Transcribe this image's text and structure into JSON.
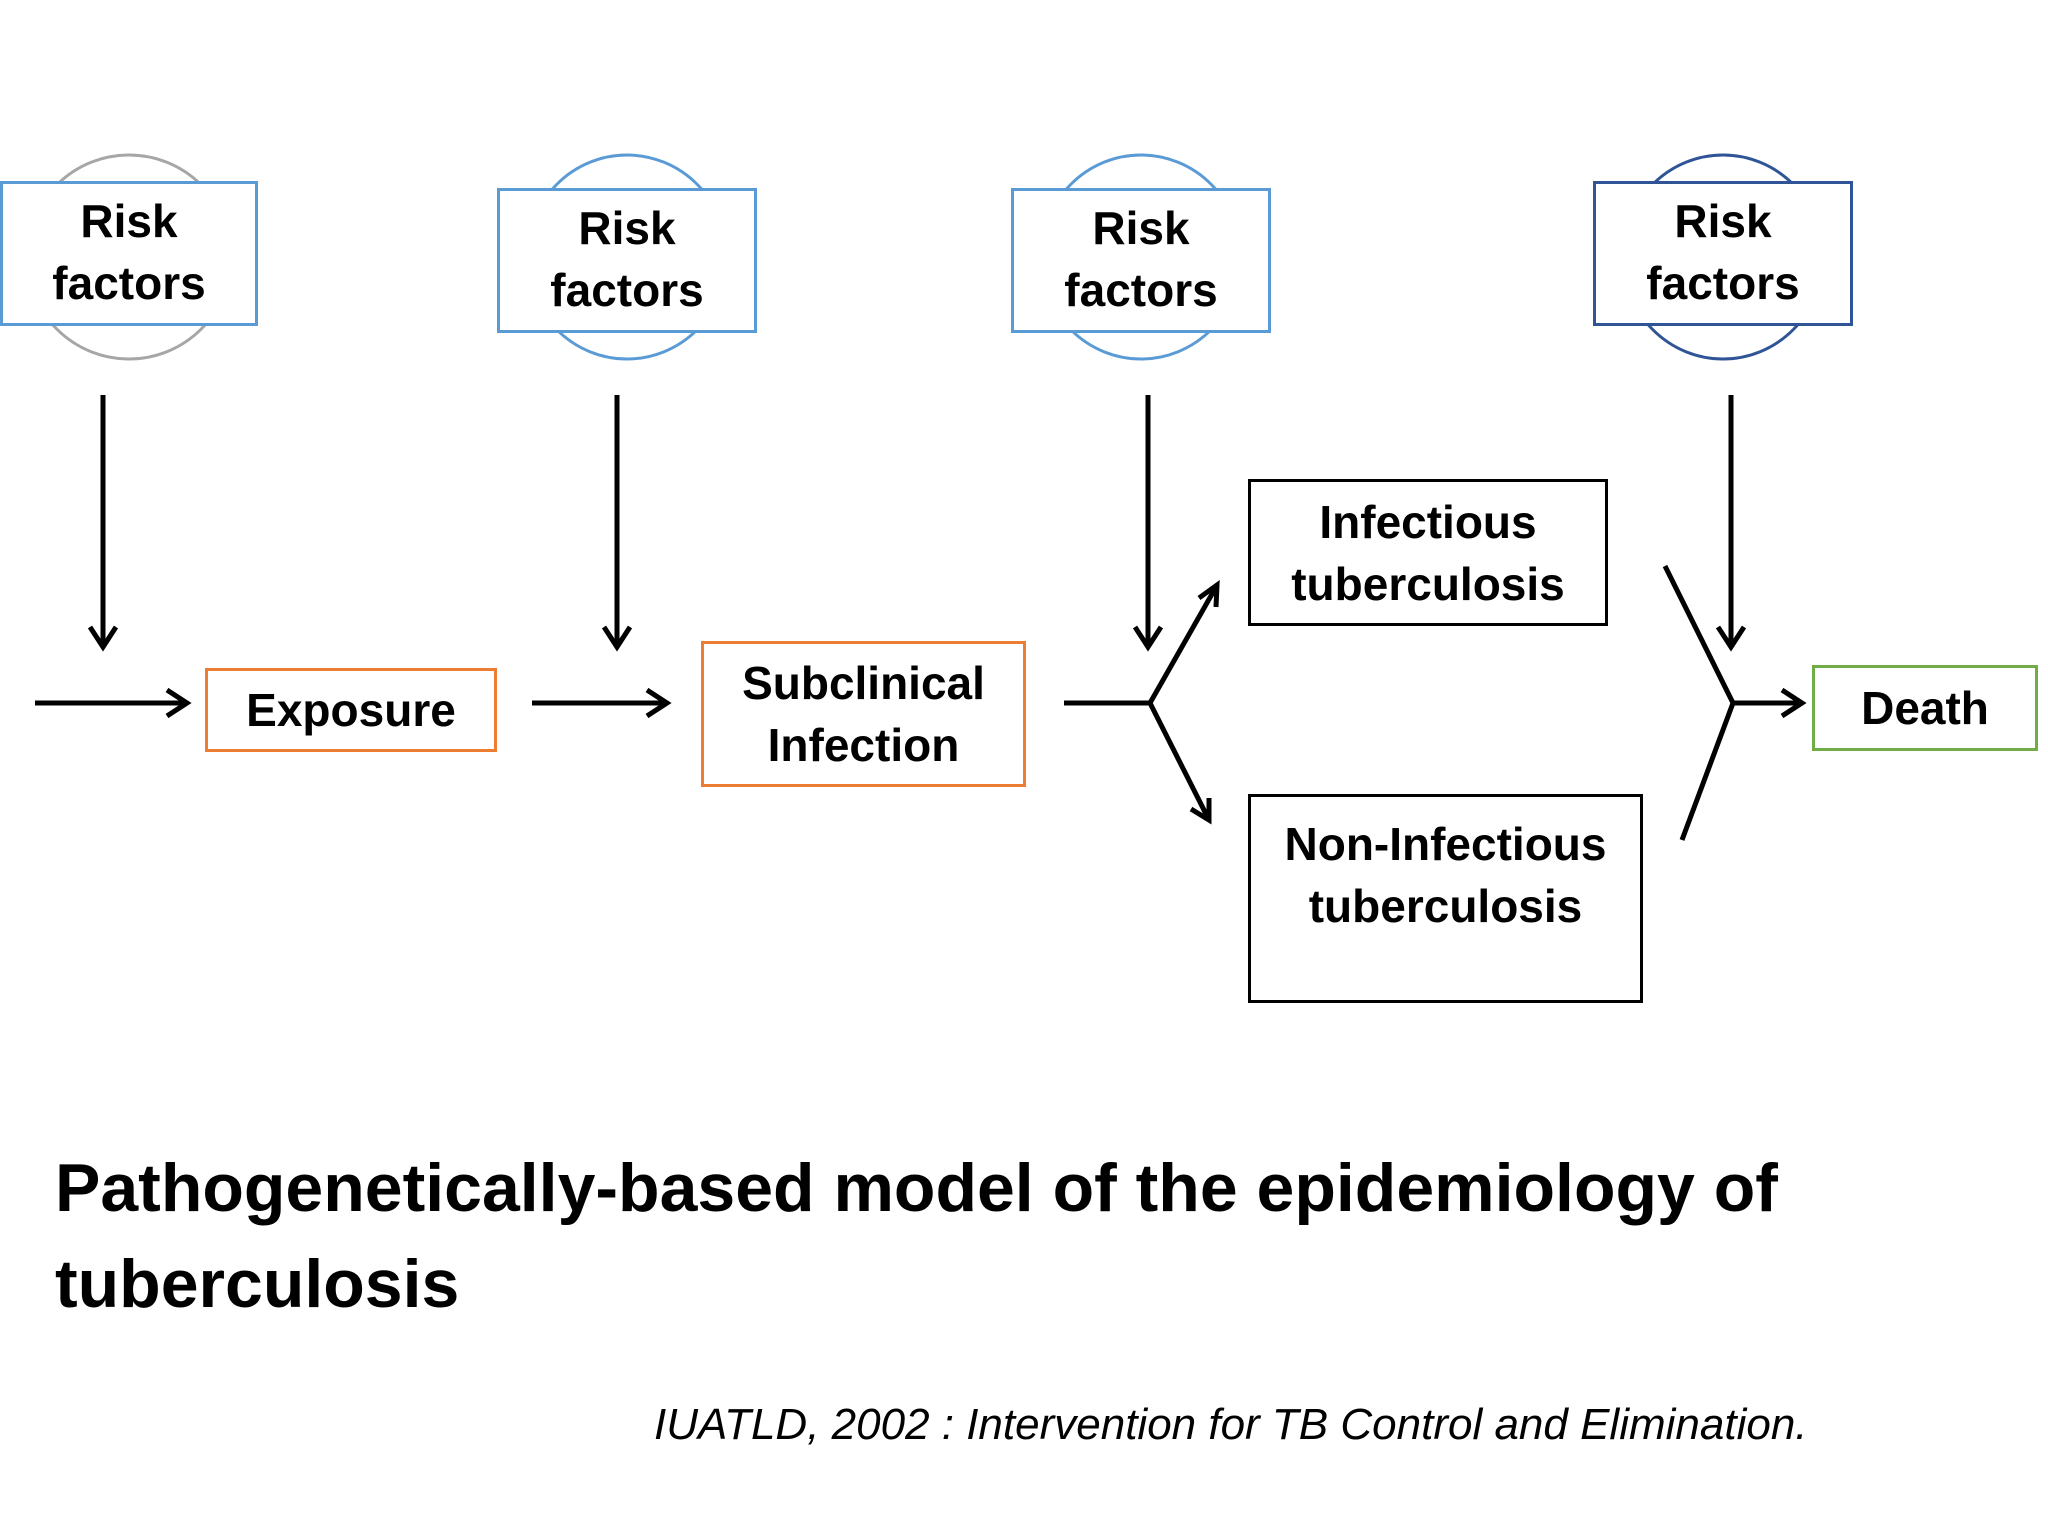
{
  "diagram": {
    "risk_factors": [
      {
        "line1": "Risk",
        "line2": "factors"
      },
      {
        "line1": "Risk",
        "line2": "factors"
      },
      {
        "line1": "Risk",
        "line2": "factors"
      },
      {
        "line1": "Risk",
        "line2": "factors"
      }
    ],
    "stages": {
      "exposure": "Exposure",
      "subclinical": {
        "line1": "Subclinical",
        "line2": "Infection"
      },
      "infectious": {
        "line1": "Infectious",
        "line2": "tuberculosis"
      },
      "non_infectious": {
        "line1": "Non-Infectious",
        "line2": "tuberculosis"
      },
      "death": "Death"
    },
    "colors": {
      "risk_border": "#5b9bd5",
      "risk_ellipse_first": "#a6a6a6",
      "risk_border_last": "#2f5597",
      "exposure_border": "#ed7d31",
      "subclinical_border": "#ed7d31",
      "tb_border": "#000000",
      "death_border": "#70ad47",
      "arrow": "#000000"
    }
  },
  "caption": {
    "title": "Pathogenetically-based model of the epidemiology of tuberculosis",
    "citation": "IUATLD, 2002 : Intervention for TB Control and Elimination."
  }
}
